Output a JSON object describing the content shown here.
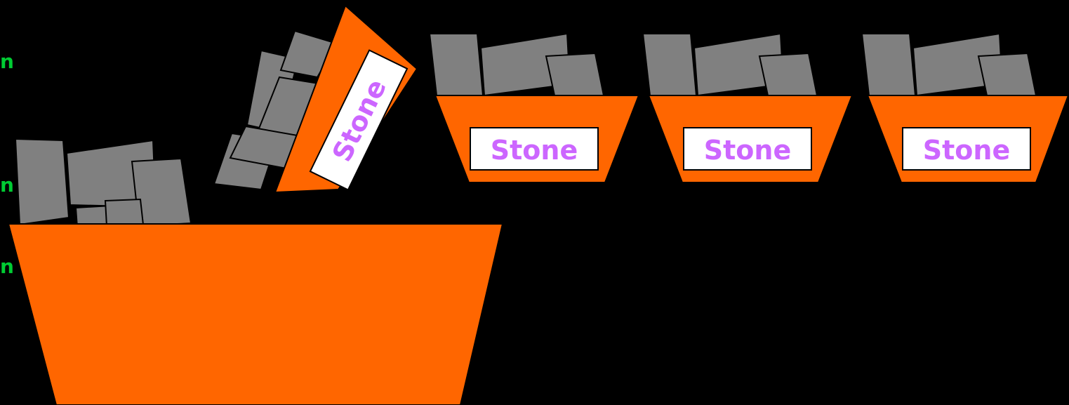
{
  "scene": {
    "crate_label": "Stone",
    "cut_off_text_fragments": [
      "n",
      "n",
      "n."
    ]
  },
  "colors": {
    "background": "#000000",
    "crate_fill": "#ff6600",
    "stone_fill": "#808080",
    "stone_outline": "#000000",
    "label_box_fill": "#ffffff",
    "label_text": "#cc66ff",
    "fragment_text": "#00cc33"
  }
}
